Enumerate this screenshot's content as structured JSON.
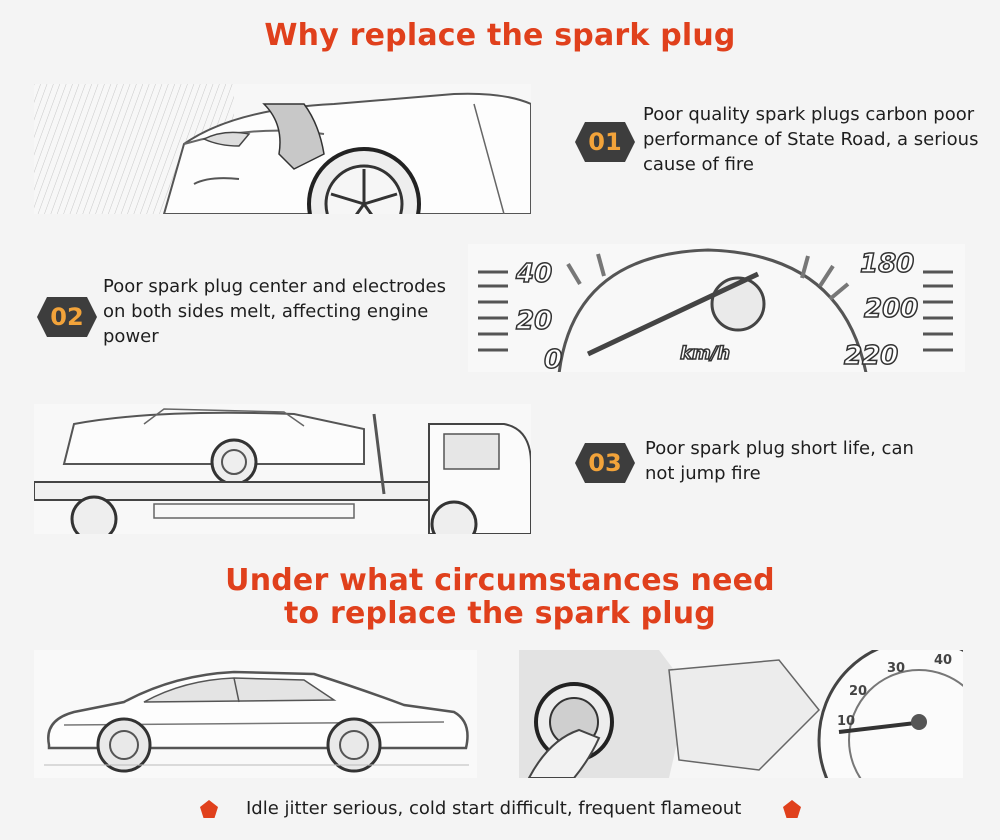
{
  "titles": {
    "why": "Why replace the spark plug",
    "when_line1": "Under what circumstances need",
    "when_line2": "to replace the spark plug"
  },
  "reasons": [
    {
      "num": "01",
      "text_lines": [
        "Poor quality spark plugs carbon poor",
        "performance of State Road, a serious",
        "cause of fire"
      ]
    },
    {
      "num": "02",
      "text_lines": [
        "Poor spark plug center and electrodes",
        "on both sides melt, affecting engine",
        "power"
      ]
    },
    {
      "num": "03",
      "text_lines": [
        "Poor spark plug short life, can",
        "not jump fire"
      ]
    }
  ],
  "speedometer_labels": {
    "left": [
      "40",
      "20",
      "0"
    ],
    "unit": "km/h",
    "right": [
      "180",
      "200",
      "220"
    ]
  },
  "gauge_labels": [
    "40",
    "30",
    "20",
    "10"
  ],
  "footer": {
    "text": "Idle jitter serious, cold start difficult, frequent flameout"
  },
  "colors": {
    "accent": "#e0401c",
    "badge_fill": "#3d3d3d",
    "badge_text": "#f2a33a"
  }
}
